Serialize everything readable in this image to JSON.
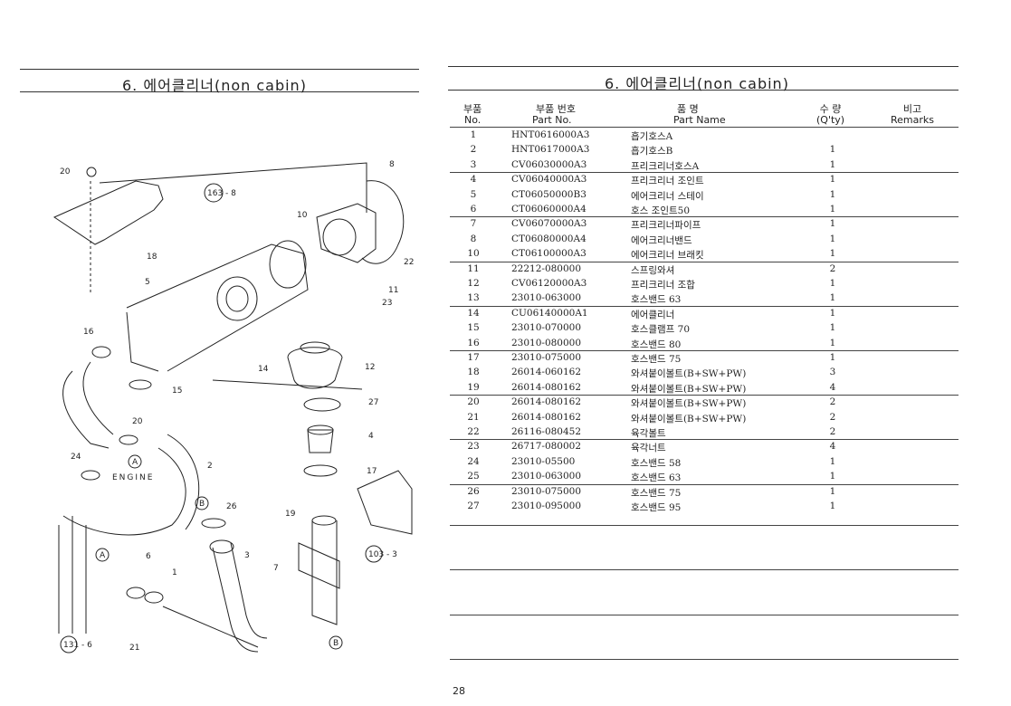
{
  "left_title": "6. 에어클리너(non cabin)",
  "right_title": "6. 에어클리너(non cabin)",
  "headers": {
    "no_ko": "부품",
    "no_en": "No.",
    "part_ko": "부품  번호",
    "part_en": "Part  No.",
    "name_ko": "품          명",
    "name_en": "Part       Name",
    "qty_ko": "수  량",
    "qty_en": "(Q'ty)",
    "remarks_ko": "비고",
    "remarks_en": "Remarks"
  },
  "parts": [
    {
      "no": "1",
      "part": "HNT0616000A3",
      "name": "흡기호스A",
      "qty": ""
    },
    {
      "no": "2",
      "part": "HNT0617000A3",
      "name": "흡기호스B",
      "qty": "1"
    },
    {
      "no": "3",
      "part": "CV06030000A3",
      "name": "프리크리너호스A",
      "qty": "1"
    },
    {
      "no": "4",
      "part": "CV06040000A3",
      "name": "프리크리너 조인트",
      "qty": "1"
    },
    {
      "no": "5",
      "part": "CT06050000B3",
      "name": "에어크리너 스테이",
      "qty": "1"
    },
    {
      "no": "6",
      "part": "CT06060000A4",
      "name": "호스 조인트50",
      "qty": "1"
    },
    {
      "no": "7",
      "part": "CV06070000A3",
      "name": "프리크리너파이프",
      "qty": "1"
    },
    {
      "no": "8",
      "part": "CT06080000A4",
      "name": "에어크리너밴드",
      "qty": "1"
    },
    {
      "no": "10",
      "part": "CT06100000A3",
      "name": "에어크리너 브래킷",
      "qty": "1"
    },
    {
      "no": "11",
      "part": "22212-080000",
      "name": "스프링와셔",
      "qty": "2"
    },
    {
      "no": "12",
      "part": "CV06120000A3",
      "name": "프리크리너 조합",
      "qty": "1"
    },
    {
      "no": "13",
      "part": "23010-063000",
      "name": "호스밴드 63",
      "qty": "1"
    },
    {
      "no": "14",
      "part": "CU06140000A1",
      "name": "에어클리너",
      "qty": "1"
    },
    {
      "no": "15",
      "part": "23010-070000",
      "name": "호스클램프 70",
      "qty": "1"
    },
    {
      "no": "16",
      "part": "23010-080000",
      "name": "호스밴드 80",
      "qty": "1"
    },
    {
      "no": "17",
      "part": "23010-075000",
      "name": "호스밴드 75",
      "qty": "1"
    },
    {
      "no": "18",
      "part": "26014-060162",
      "name": "와셔붙이볼트(B+SW+PW)",
      "qty": "3"
    },
    {
      "no": "19",
      "part": "26014-080162",
      "name": "와셔붙이볼트(B+SW+PW)",
      "qty": "4"
    },
    {
      "no": "20",
      "part": "26014-080162",
      "name": "와셔붙이볼트(B+SW+PW)",
      "qty": "2"
    },
    {
      "no": "21",
      "part": "26014-080162",
      "name": "와셔붙이볼트(B+SW+PW)",
      "qty": "2"
    },
    {
      "no": "22",
      "part": "26116-080452",
      "name": "육각볼트",
      "qty": "2"
    },
    {
      "no": "23",
      "part": "26717-080002",
      "name": "육각너트",
      "qty": "4"
    },
    {
      "no": "24",
      "part": "23010-05500",
      "name": "호스밴드 58",
      "qty": "1"
    },
    {
      "no": "25",
      "part": "23010-063000",
      "name": "호스밴드 63",
      "qty": "1"
    },
    {
      "no": "26",
      "part": "23010-075000",
      "name": "호스밴드 75",
      "qty": "1"
    },
    {
      "no": "27",
      "part": "23010-095000",
      "name": "호스밴드 95",
      "qty": "1"
    }
  ],
  "diagram_labels": {
    "l20": "20",
    "l8": "8",
    "ref163": "163 - 8",
    "l10": "10",
    "l18": "18",
    "l5": "5",
    "l22": "22",
    "l11": "11",
    "l23": "23",
    "l16": "16",
    "l14": "14",
    "l12": "12",
    "l15": "15",
    "l27": "27",
    "l20b": "20",
    "l4": "4",
    "lA1": "A",
    "l24": "24",
    "engine": "ENGINE",
    "l2": "2",
    "l17": "17",
    "lB1": "B",
    "l26": "26",
    "l19": "19",
    "lA2": "A",
    "l6": "6",
    "l1": "1",
    "l3": "3",
    "l7": "7",
    "ref103": "103 - 3",
    "ref131": "131 - 6",
    "l21": "21",
    "lB2": "B"
  },
  "page_number": "28"
}
